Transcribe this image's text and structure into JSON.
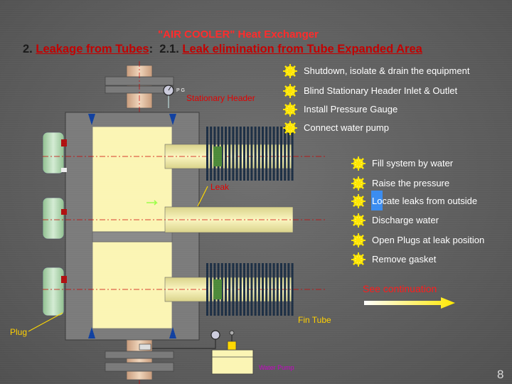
{
  "slide": {
    "title_line1": "\"AIR COOLER\" Heat Exchanger",
    "title_num": "2.",
    "title_part1": "Leakage from Tubes",
    "title_colon": ":",
    "title_num2": "2.1.",
    "title_part2": "Leak elimination from Tube Expanded Area",
    "page_number": "8"
  },
  "steps": [
    "Shutdown, isolate & drain the equipment",
    "Blind Stationary Header Inlet & Outlet",
    "Install Pressure Gauge",
    "Connect water pump",
    "Fill system by water",
    "Raise the pressure",
    "Locate leaks from outside",
    "Discharge water",
    "Open Plugs at leak position",
    "Remove gasket"
  ],
  "labels": {
    "pg": "P G",
    "stationary_header": "Stationary Header",
    "leak": "Leak",
    "fin_tube": "Fin Tube",
    "plug": "Plug",
    "water_pump": "Water Pump",
    "see_continuation": "See continuation"
  },
  "colors": {
    "header_fill": "#fbf5b4",
    "box_fill": "#7b7b7b",
    "fin_dark": "#1c2e44",
    "plug_green": "#a9cfa9",
    "tube_fill": "#f6f0a6",
    "nozzle_fill": "#e8c8a8",
    "step_icon": "#ffe600",
    "highlight_blue": "#3a8cf0"
  }
}
